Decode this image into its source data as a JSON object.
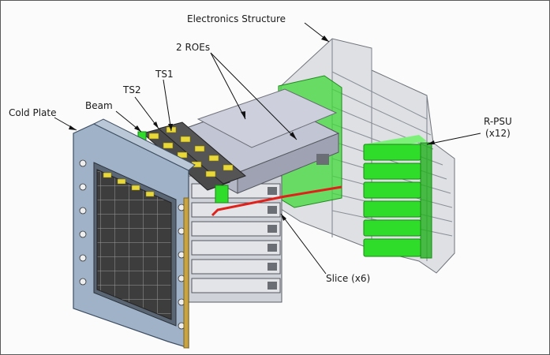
{
  "labels": {
    "electronics_structure": "Electronics Structure",
    "two_roes": "2 ROEs",
    "ts1": "TS1",
    "ts2": "TS2",
    "beam": "Beam",
    "cold_plate": "Cold Plate",
    "r_psu": "R-PSU",
    "r_psu_count": "(x12)",
    "slice": "Slice (x6)"
  },
  "colors": {
    "frame_blue": "#9fb2c8",
    "structure_grey": "#c9ccd2",
    "slice_grey": "#d6d8dd",
    "psu_green": "#2fdc2a",
    "chip_yellow": "#e8d83a",
    "sensor_dark": "#3b3b3b",
    "cable_red": "#e0201a"
  }
}
